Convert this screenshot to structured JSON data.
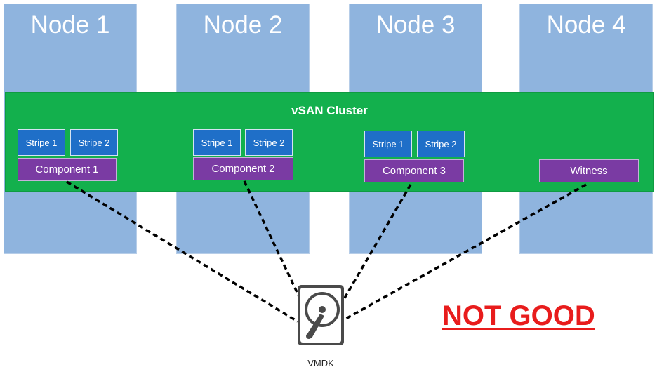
{
  "nodes": [
    "Node 1",
    "Node 2",
    "Node 3",
    "Node 4"
  ],
  "cluster": {
    "title": "vSAN Cluster"
  },
  "components": [
    {
      "stripes": [
        "Stripe 1",
        "Stripe 2"
      ],
      "label": "Component 1"
    },
    {
      "stripes": [
        "Stripe 1",
        "Stripe 2"
      ],
      "label": "Component 2"
    },
    {
      "stripes": [
        "Stripe 1",
        "Stripe 2"
      ],
      "label": "Component 3"
    }
  ],
  "witness": {
    "label": "Witness"
  },
  "disk": {
    "label": "VMDK",
    "icon": "hard-disk-icon"
  },
  "status": {
    "text": "NOT GOOD",
    "color": "#e81c1c"
  },
  "colors": {
    "node": "#8fb4de",
    "cluster": "#13b04d",
    "stripe": "#1f6fc8",
    "component": "#7a3ba3"
  }
}
